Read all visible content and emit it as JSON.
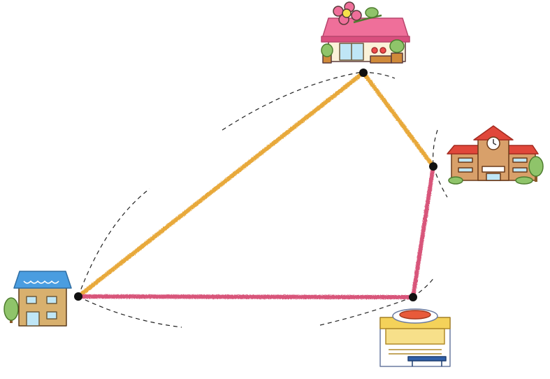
{
  "diagram": {
    "points": [
      {
        "id": "home",
        "label": "house",
        "icon": "house-icon"
      },
      {
        "id": "flower_shop",
        "label": "flower shop",
        "icon": "flower-shop-icon"
      },
      {
        "id": "school",
        "label": "school",
        "icon": "school-icon"
      },
      {
        "id": "restaurant",
        "label": "restaurant",
        "icon": "restaurant-icon"
      }
    ],
    "routes": [
      {
        "from": "home",
        "to": "flower_shop",
        "color": "#e8a93a"
      },
      {
        "from": "flower_shop",
        "to": "school",
        "color": "#e8a93a"
      },
      {
        "from": "school",
        "to": "restaurant",
        "color": "#d8557a"
      },
      {
        "from": "restaurant",
        "to": "home",
        "color": "#d8557a"
      }
    ],
    "colors": {
      "route_orange": "#e8a93a",
      "route_pink": "#d8557a",
      "node": "#111111",
      "arc": "#222222"
    }
  }
}
